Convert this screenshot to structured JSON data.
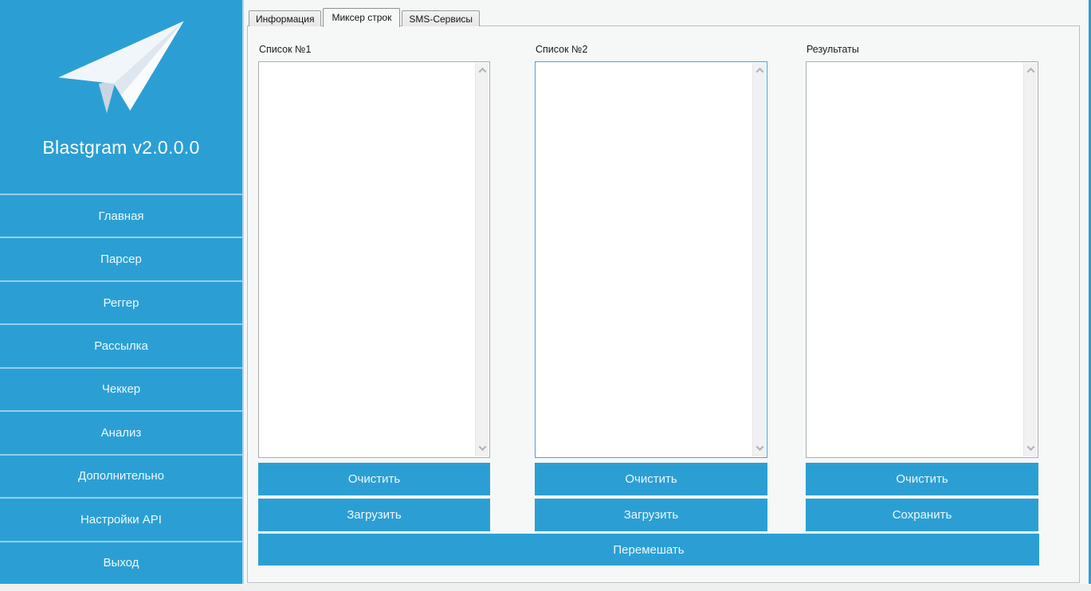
{
  "app": {
    "title": "Blastgram v2.0.0.0"
  },
  "sidebar": {
    "items": [
      "Главная",
      "Парсер",
      "Реггер",
      "Рассылка",
      "Чеккер",
      "Анализ",
      "Дополнительно",
      "Настройки API",
      "Выход"
    ]
  },
  "tabs": [
    {
      "label": "Информация",
      "active": false
    },
    {
      "label": "Миксер строк",
      "active": true
    },
    {
      "label": "SMS-Сервисы",
      "active": false
    }
  ],
  "mixer": {
    "columns": [
      {
        "label": "Список №1",
        "value": "",
        "buttons": [
          "Очистить",
          "Загрузить"
        ]
      },
      {
        "label": "Список №2",
        "value": "",
        "focused": true,
        "buttons": [
          "Очистить",
          "Загрузить"
        ]
      },
      {
        "label": "Результаты",
        "value": "",
        "buttons": [
          "Очистить",
          "Сохранить"
        ]
      }
    ],
    "shuffle_label": "Перемешать"
  },
  "icons": {
    "logo": "telegram-paper-plane",
    "scroll_up": "chevron-up",
    "scroll_down": "chevron-down"
  },
  "colors": {
    "accent": "#2B9FD4",
    "sidebar": "#2B9FD4",
    "button": "#2B9FD4",
    "button_text": "#EDF7FC",
    "focus_border": "#46A1E2",
    "panel_border": "#BDBDBD",
    "panel_bg": "#F6F7F7"
  }
}
